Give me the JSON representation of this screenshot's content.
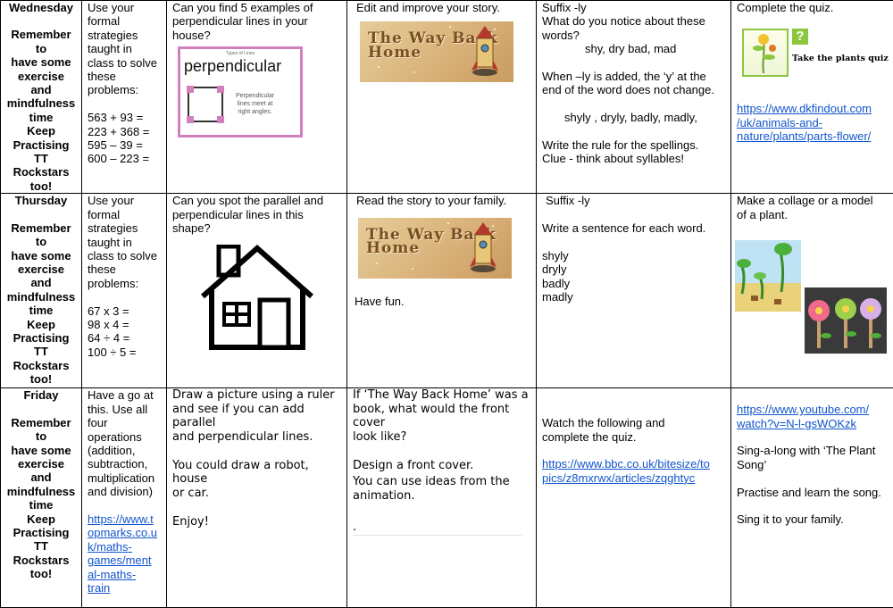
{
  "days": [
    {
      "name": "Wednesday",
      "reminder": [
        "Remember to",
        "have some",
        "exercise and",
        "mindfulness",
        "time",
        "Keep",
        "Practising",
        "TT Rockstars",
        "too!"
      ]
    },
    {
      "name": "Thursday",
      "reminder": [
        "Remember to",
        "have some",
        "exercise and",
        "mindfulness",
        "time",
        "Keep",
        "Practising",
        "TT Rockstars",
        "too!"
      ]
    },
    {
      "name": "Friday",
      "reminder": [
        "Remember to",
        "have some",
        "exercise and",
        "mindfulness",
        "time",
        "Keep",
        "Practising",
        "TT Rockstars",
        "too!"
      ]
    }
  ],
  "wednesday": {
    "maths": {
      "intro": [
        "Use your",
        "formal",
        "strategies",
        "taught in",
        "class to solve",
        "these",
        "problems:"
      ],
      "problems": [
        "563 + 93 =",
        "223 + 368 =",
        "595 – 39 =",
        "600 – 223 ="
      ]
    },
    "shape": {
      "text": [
        "Can you find 5 examples of",
        "perpendicular lines in your",
        "house?"
      ],
      "poster_caption": "Types of Lines",
      "poster_title": "perpendicular",
      "poster_desc": [
        "Perpendicular",
        "lines meet at",
        "right angles."
      ]
    },
    "story": {
      "text": "Edit and improve your story.",
      "image_title": "The Way Back Home"
    },
    "spelling": {
      "lines": [
        "Suffix -ly",
        "What do you notice about these",
        "words?"
      ],
      "words": "shy, dry  bad,  mad",
      "rule_lines": [
        "When –ly is added, the ‘y’ at the",
        "end of the word does not change."
      ],
      "ly_words": "shyly , dryly, badly, madly,",
      "task_lines": [
        "Write the rule for the spellings.",
        "Clue - think about syllables!"
      ]
    },
    "science": {
      "text": "Complete the quiz.",
      "quiz_label": "Take the plants quiz",
      "link_lines": [
        "https://www.dkfindout.com",
        "/uk/animals-and-",
        "nature/plants/parts-flower/"
      ]
    }
  },
  "thursday": {
    "maths": {
      "intro": [
        "Use your",
        "formal",
        "strategies",
        "taught in",
        "class to solve",
        "these",
        "problems:"
      ],
      "problems": [
        "67 x 3 =",
        "98 x 4 =",
        "64 ÷ 4 =",
        "100 ÷ 5 ="
      ]
    },
    "shape": {
      "text": [
        "Can you spot the parallel and",
        "perpendicular lines in this",
        "shape?"
      ]
    },
    "story": {
      "text": "Read the story to your family.",
      "image_title": "The Way Back Home",
      "after": "Have fun."
    },
    "spelling": {
      "title": "Suffix -ly",
      "task": "Write a sentence for each word.",
      "words": [
        "shyly",
        "dryly",
        "badly",
        "madly"
      ]
    },
    "science": {
      "text": [
        "Make a collage or a model",
        "of a plant."
      ]
    }
  },
  "friday": {
    "maths": {
      "lines": [
        "Have a go at",
        "this. Use all",
        "four",
        "operations",
        "(addition,",
        "subtraction,",
        "multiplication",
        "and division)"
      ],
      "link_lines": [
        "https://www.t",
        "opmarks.co.u",
        "k/maths-",
        "games/ment",
        "al-maths-",
        "train"
      ]
    },
    "shape": {
      "lines": [
        "Draw a picture using a ruler",
        "and see if you can add parallel",
        "and perpendicular lines."
      ],
      "lines2": [
        "You could draw a robot, house",
        "or car."
      ],
      "enjoy": "Enjoy!"
    },
    "story": {
      "lines": [
        "If ‘The Way Back Home’ was a",
        "book, what would the front cover",
        "look like?"
      ],
      "design": "Design a front cover.",
      "ideas": [
        "You can use ideas from the",
        "animation."
      ],
      "dot": "."
    },
    "spelling": {
      "lines": [
        "Watch the following and",
        "complete the quiz."
      ],
      "link_lines": [
        "https://www.bbc.co.uk/bitesize/to",
        "pics/z8mxrwx/articles/zqghtyc"
      ]
    },
    "science": {
      "link_lines": [
        "https://www.youtube.com/",
        "watch?v=N-l-gsWOKzk"
      ],
      "sing_lines": [
        "Sing-a-long with ‘The Plant",
        "Song’"
      ],
      "practise": "Practise and learn the song.",
      "sing": "Sing it to your family."
    }
  }
}
